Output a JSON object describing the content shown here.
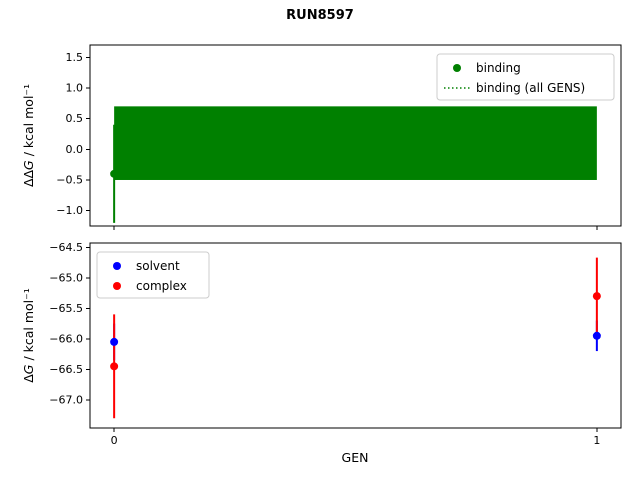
{
  "figure": {
    "title": "RUN8597",
    "background_color": "#ffffff"
  },
  "chart_data": [
    {
      "id": "top",
      "type": "scatter",
      "title": "RUN8597",
      "ylabel": "ΔΔG / kcal mol⁻¹",
      "ylabel_parts": {
        "prefix": "ΔΔ",
        "var": "G",
        "suffix": " / kcal mol⁻¹"
      },
      "xlim": [
        -0.05,
        1.05
      ],
      "ylim": [
        -1.25,
        1.7
      ],
      "grid": false,
      "yticks": [
        {
          "v": 1.5,
          "label": "1.5"
        },
        {
          "v": 1.0,
          "label": "1.0"
        },
        {
          "v": 0.5,
          "label": "0.5"
        },
        {
          "v": 0.0,
          "label": "0.0"
        },
        {
          "v": -0.5,
          "label": "−0.5"
        },
        {
          "v": -1.0,
          "label": "−1.0"
        }
      ],
      "xticks": [
        {
          "v": 0,
          "label": ""
        },
        {
          "v": 1,
          "label": ""
        }
      ],
      "band": {
        "name": "binding (all GENS)",
        "x_start": 0,
        "x_end": 1,
        "y_top": 0.7,
        "y_bottom": -0.5,
        "color": "#008000"
      },
      "series": [
        {
          "name": "binding",
          "color": "#008000",
          "marker": "circle",
          "x": [
            0
          ],
          "y": [
            -0.4
          ],
          "yerr": [
            0.8
          ]
        }
      ],
      "legend": {
        "position": "upper-right",
        "items": [
          {
            "label": "binding",
            "swatch": "dot",
            "color": "#008000"
          },
          {
            "label": "binding (all GENS)",
            "swatch": "dotted-line",
            "color": "#008000"
          }
        ]
      }
    },
    {
      "id": "bottom",
      "type": "scatter",
      "xlabel": "GEN",
      "ylabel": "ΔG / kcal mol⁻¹",
      "ylabel_parts": {
        "prefix": "Δ",
        "var": "G",
        "suffix": " / kcal mol⁻¹"
      },
      "xlim": [
        -0.05,
        1.05
      ],
      "ylim": [
        -67.46,
        -64.43
      ],
      "grid": false,
      "yticks": [
        {
          "v": -64.5,
          "label": "−64.5"
        },
        {
          "v": -65.0,
          "label": "−65.0"
        },
        {
          "v": -65.5,
          "label": "−65.5"
        },
        {
          "v": -66.0,
          "label": "−66.0"
        },
        {
          "v": -66.5,
          "label": "−66.5"
        },
        {
          "v": -67.0,
          "label": "−67.0"
        }
      ],
      "xticks": [
        {
          "v": 0,
          "label": "0"
        },
        {
          "v": 1,
          "label": "1"
        }
      ],
      "series": [
        {
          "name": "solvent",
          "color": "#0000ff",
          "marker": "circle",
          "x": [
            0,
            1
          ],
          "y": [
            -66.05,
            -65.95
          ],
          "yerr": [
            0.3,
            0.25
          ]
        },
        {
          "name": "complex",
          "color": "#ff0000",
          "marker": "circle",
          "x": [
            0,
            1
          ],
          "y": [
            -66.45,
            -65.3
          ],
          "yerr": [
            0.85,
            0.63
          ]
        }
      ],
      "legend": {
        "position": "upper-left",
        "items": [
          {
            "label": "solvent",
            "swatch": "dot",
            "color": "#0000ff"
          },
          {
            "label": "complex",
            "swatch": "dot",
            "color": "#ff0000"
          }
        ]
      }
    }
  ]
}
